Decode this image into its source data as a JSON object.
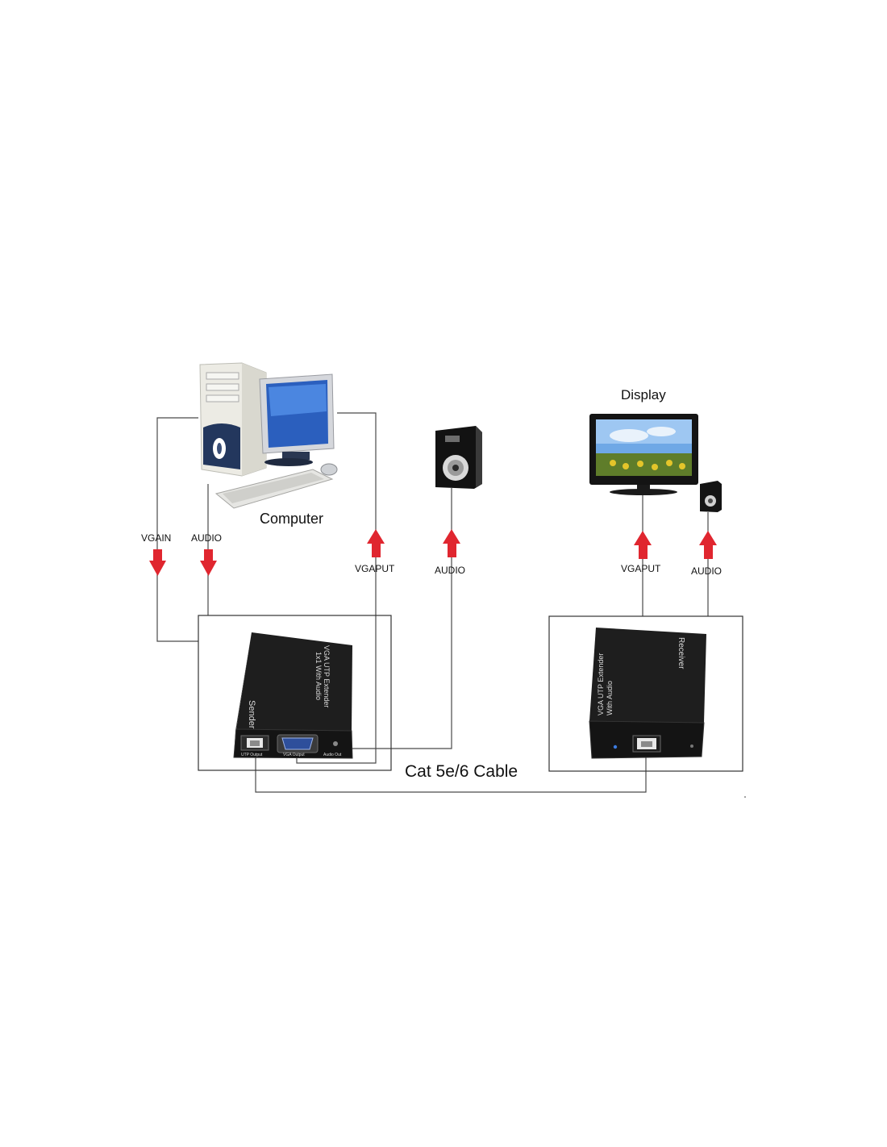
{
  "labels": {
    "computer": "Computer",
    "display": "Display",
    "cable": "Cat 5e/6 Cable",
    "vgain": "VGAIN",
    "audio_in": "AUDIO",
    "vgaput_left": "VGAPUT",
    "audio_speaker": "AUDIO",
    "vgaput_right": "VGAPUT",
    "audio_right": "AUDIO"
  },
  "sender": {
    "title_line1": "VGA UTP Extender",
    "title_line2": "1x1 With Audio",
    "name": "Sender",
    "port_utp": "UTP Output",
    "port_vga": "VGA Output",
    "port_audio": "Audio Out"
  },
  "receiver": {
    "title_line1": "VGA UTP Extender",
    "title_line2": "With Audio",
    "name": "Receiver"
  },
  "colors": {
    "arrow": "#e0262f",
    "wire": "#4a4a4a",
    "device_body": "#1e1e1e"
  }
}
